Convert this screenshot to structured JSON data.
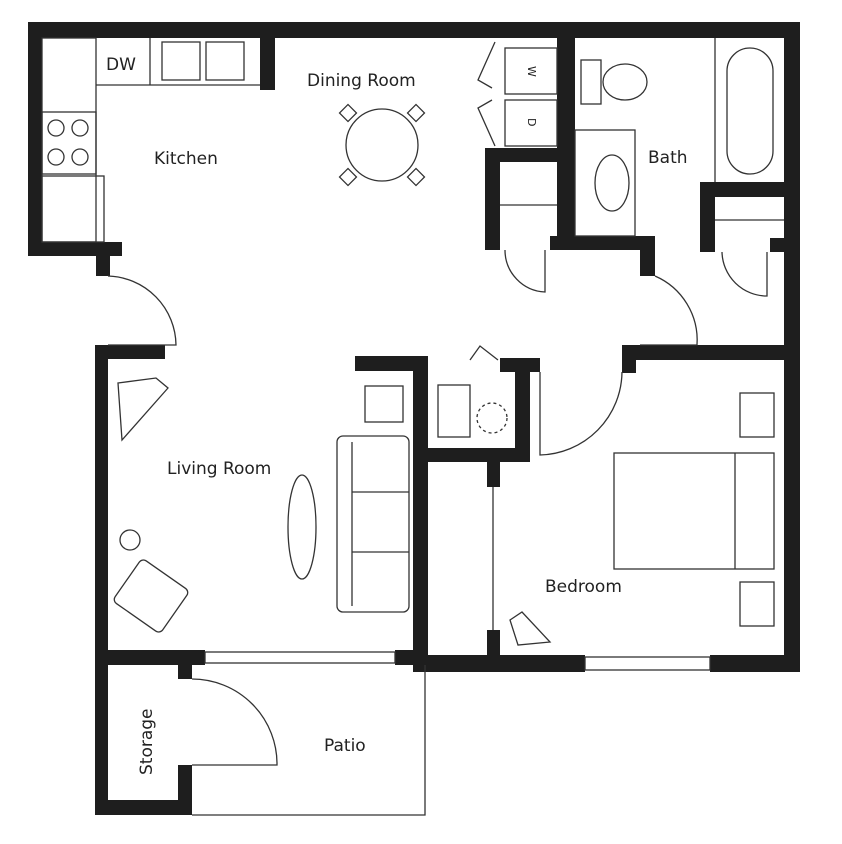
{
  "rooms": {
    "kitchen": "Kitchen",
    "dining": "Dining Room",
    "bath": "Bath",
    "living": "Living Room",
    "bedroom": "Bedroom",
    "storage": "Storage",
    "patio": "Patio"
  },
  "appliances": {
    "dishwasher": "DW",
    "washer": "W",
    "dryer": "D"
  },
  "colors": {
    "wall": "#1e1e1e",
    "line": "#333333",
    "background": "#ffffff"
  }
}
